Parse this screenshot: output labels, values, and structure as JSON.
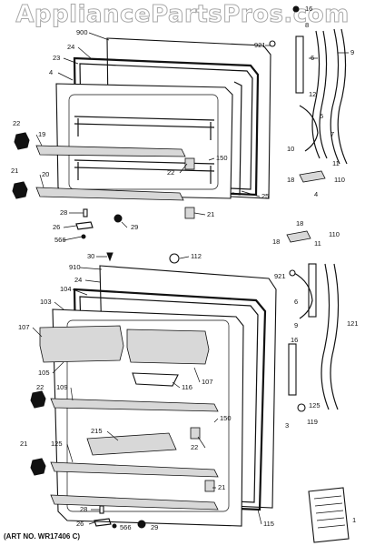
{
  "watermark": "AppliancePartsPros.com",
  "art_number": "(ART NO. WR17406 C)",
  "top_door_labels": [
    "16",
    "900",
    "24",
    "921",
    "23",
    "8",
    "4",
    "6",
    "9",
    "12",
    "5",
    "22",
    "19",
    "10",
    "7",
    "150",
    "11",
    "22",
    "21",
    "20",
    "25",
    "18",
    "110",
    "28",
    "26",
    "29",
    "21",
    "566",
    "4"
  ],
  "bottom_door_labels": [
    "18",
    "110",
    "18",
    "11",
    "30",
    "112",
    "910",
    "921",
    "24",
    "104",
    "103",
    "6",
    "121",
    "107",
    "9",
    "16",
    "105",
    "107",
    "22",
    "116",
    "109",
    "150",
    "125",
    "215",
    "3",
    "119",
    "22",
    "21",
    "125",
    "21",
    "28",
    "26",
    "566",
    "29",
    "115",
    "1"
  ]
}
